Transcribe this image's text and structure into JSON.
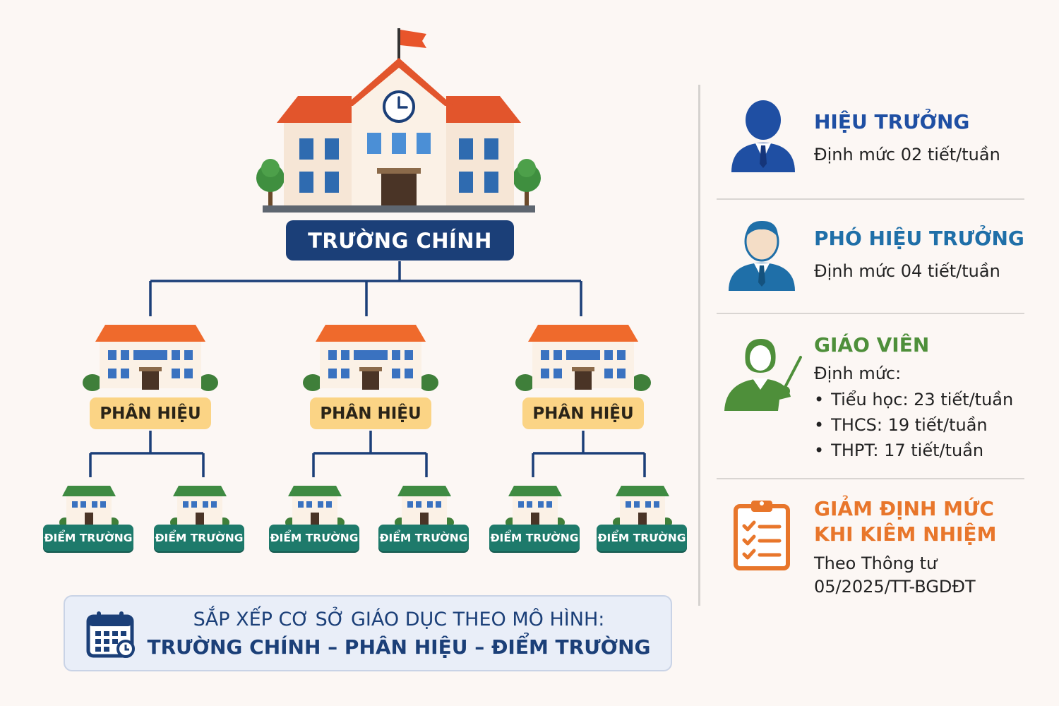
{
  "main_school": {
    "label": "TRƯỜNG CHÍNH"
  },
  "branches": [
    {
      "label": "PHÂN HIỆU"
    },
    {
      "label": "PHÂN HIỆU"
    },
    {
      "label": "PHÂN HIỆU"
    }
  ],
  "sites": [
    {
      "label": "ĐIỂM TRƯỜNG"
    },
    {
      "label": "ĐIỂM TRƯỜNG"
    },
    {
      "label": "ĐIỂM TRƯỜNG"
    },
    {
      "label": "ĐIỂM TRƯỜNG"
    },
    {
      "label": "ĐIỂM TRƯỜNG"
    },
    {
      "label": "ĐIỂM TRƯỜNG"
    }
  ],
  "banner": {
    "line1": "SẮP XẾP CƠ SỞ GIÁO DỤC THEO MÔ HÌNH:",
    "line2": "TRƯỜNG CHÍNH – PHÂN HIỆU – ĐIỂM TRƯỜNG",
    "icon": "calendar-icon"
  },
  "roles": {
    "principal": {
      "title": "HIỆU TRƯỞNG",
      "text": "Định mức 02 tiết/tuần",
      "color": "#1f4fa3",
      "icon": "principal-icon"
    },
    "vice_principal": {
      "title": "PHÓ HIỆU TRƯỞNG",
      "text": "Định mức 04 tiết/tuần",
      "color": "#1f6fa8",
      "icon": "vice-principal-icon"
    },
    "teacher": {
      "title": "GIÁO VIÊN",
      "text": "Định mức:",
      "bullets": [
        "Tiểu học: 23 tiết/tuần",
        "THCS: 19 tiết/tuần",
        "THPT: 17 tiết/tuần"
      ],
      "color": "#4e8f3a",
      "icon": "teacher-icon"
    },
    "reduction": {
      "title_line1": "GIẢM ĐỊNH MỨC",
      "title_line2": "KHI KIÊM NHIỆM",
      "text_line1": "Theo Thông tư",
      "text_line2": "05/2025/TT-BGDĐT",
      "color": "#e8762b",
      "icon": "checklist-icon"
    }
  },
  "colors": {
    "navy": "#1b3f78",
    "branch_label": "#fbd485",
    "site_label": "#1e7a6b",
    "roof_main": "#e2552c",
    "roof_branch": "#ef6a2c",
    "roof_site": "#3f8b42"
  }
}
